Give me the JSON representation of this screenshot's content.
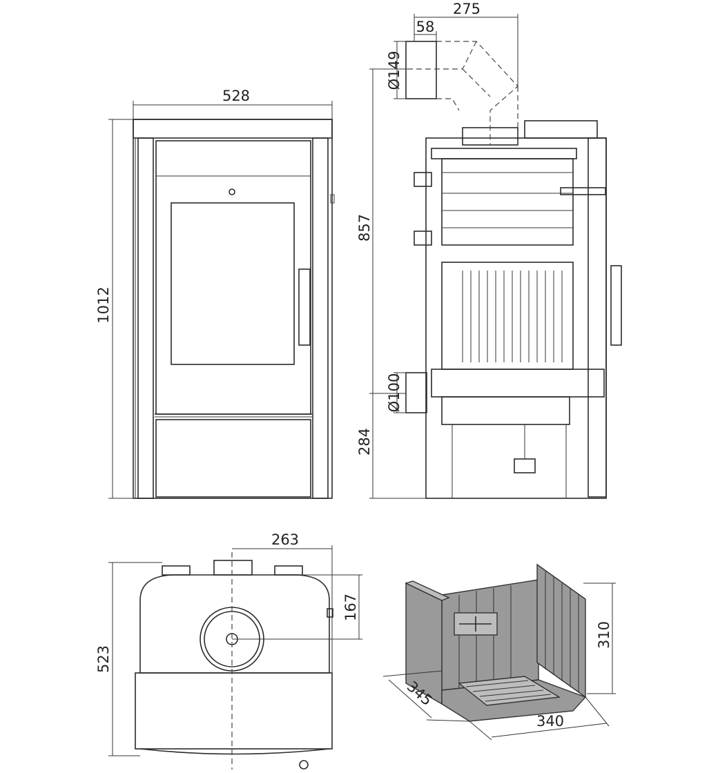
{
  "front_view": {
    "width_label": "528",
    "height_label": "1012"
  },
  "side_view": {
    "flue_offset_label": "275",
    "flue_setback_label": "58",
    "flue_diameter_label": "Ø149",
    "flue_height_label": "857",
    "air_inlet_diameter_label": "Ø100",
    "air_inlet_height_label": "284"
  },
  "top_view": {
    "flue_center_x_label": "263",
    "flue_center_y_label": "167",
    "depth_label": "523"
  },
  "firebox_view": {
    "height_label": "310",
    "depth_label": "345",
    "width_label": "340"
  }
}
